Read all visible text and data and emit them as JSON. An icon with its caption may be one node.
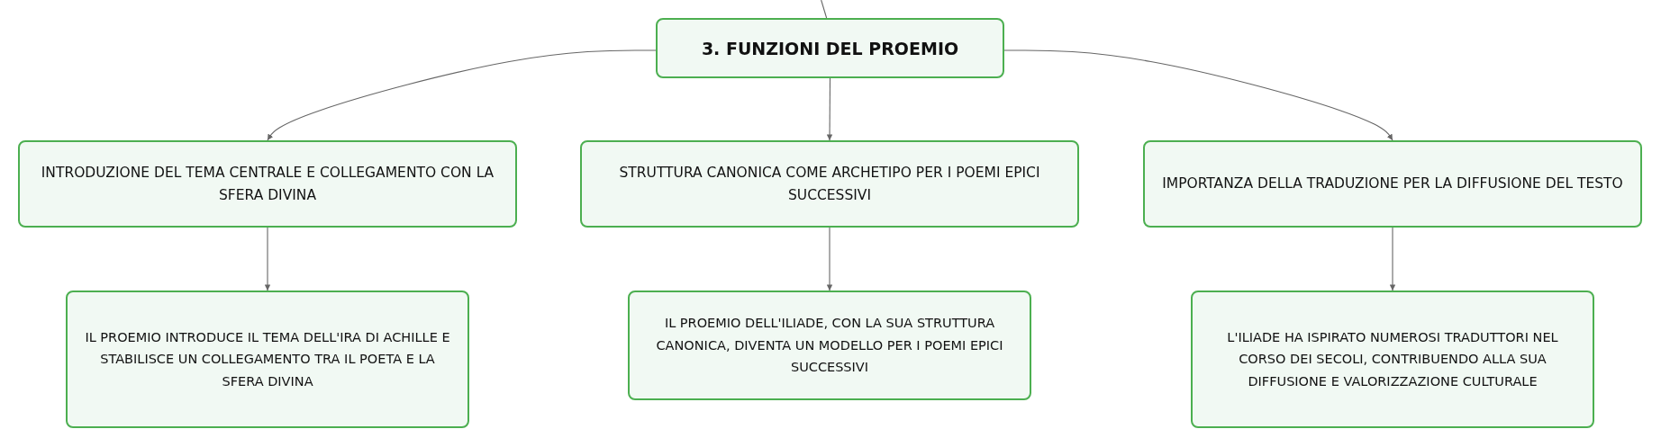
{
  "diagram": {
    "nodes": [
      {
        "text": [
          "3. FUNZIONI DEL PROEMIO"
        ]
      },
      {
        "text": [
          "INTRODUZIONE DEL TEMA CENTRALE E COLLEGAMENTO CON LA SFERA DIVINA"
        ]
      },
      {
        "text": [
          "STRUTTURA CANONICA COME ARCHETIPO PER I POEMI EPICI SUCCESSIVI"
        ]
      },
      {
        "text": [
          "IMPORTANZA DELLA TRADUZIONE PER LA DIFFUSIONE DEL TESTO"
        ]
      },
      {
        "text": [
          "IL PROEMIO INTRODUCE IL TEMA DELL'IRA DI ACHILLE E STABILISCE UN COLLEGAMENTO TRA IL POETA E LA SFERA DIVINA"
        ]
      },
      {
        "text": [
          "IL PROEMIO DELL'ILIADE, CON LA SUA STRUTTURA CANONICA, DIVENTA UN MODELLO PER I POEMI EPICI SUCCESSIVI"
        ]
      },
      {
        "text": [
          "L'ILIADE HA ISPIRATO NUMEROSI TRADUTTORI NEL CORSO DEI SECOLI, CONTRIBUENDO ALLA SUA DIFFUSIONE E VALORIZZAZIONE CULTURALE"
        ]
      }
    ],
    "edges": [
      {
        "from": null,
        "to": 0,
        "arrow": "none"
      },
      {
        "from": 0,
        "to": 1,
        "arrow": "to"
      },
      {
        "from": 0,
        "to": 2,
        "arrow": "to"
      },
      {
        "from": 0,
        "to": 3,
        "arrow": "to"
      },
      {
        "from": 1,
        "to": 4,
        "arrow": "to"
      },
      {
        "from": 2,
        "to": 5,
        "arrow": "to"
      },
      {
        "from": 3,
        "to": 6,
        "arrow": "to"
      }
    ]
  }
}
